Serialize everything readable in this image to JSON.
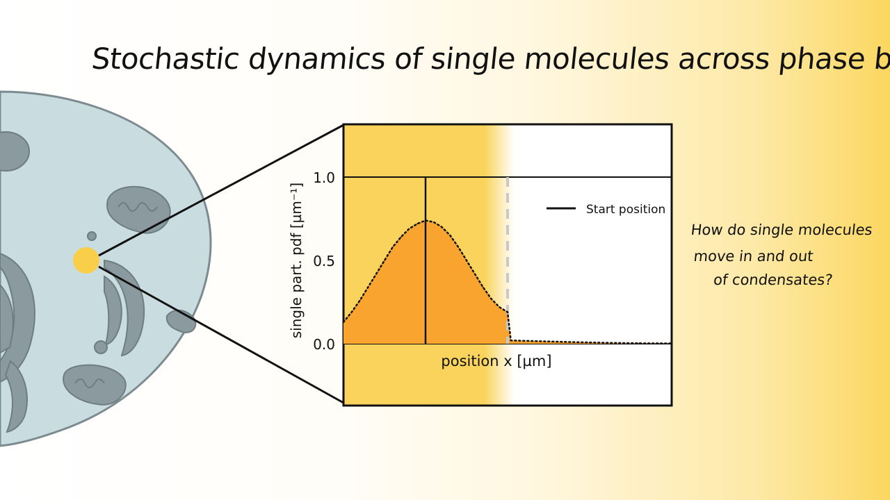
{
  "title": "Stochastic dynamics of single molecules across phase boundaries",
  "question": {
    "line1": "How do single molecules",
    "line2": "move in and out",
    "line3": "of condensates?"
  },
  "colors": {
    "cell_fill": "#c9dce0",
    "organelle": "#8a9a9f",
    "condensate": "#f9cf4a",
    "dense_phase_bg": "#f9d35c",
    "distribution_fill": "#f9a42f",
    "boundary_line": "#c8c8c8"
  },
  "chart_data": {
    "type": "area",
    "xlabel": "position x [µm]",
    "ylabel": "single part. pdf [µm⁻¹]",
    "ylim": [
      0.0,
      1.0
    ],
    "yticks": [
      "0.0",
      "0.5",
      "1.0"
    ],
    "legend": {
      "label": "Start position",
      "placement": "top-right"
    },
    "x_range": [
      0.0,
      1.0
    ],
    "start_position": 0.25,
    "boundary_position": 0.5,
    "series": [
      {
        "values": [
          {
            "x": 0.0,
            "y": 0.13
          },
          {
            "x": 0.025,
            "y": 0.19
          },
          {
            "x": 0.05,
            "y": 0.26
          },
          {
            "x": 0.075,
            "y": 0.34
          },
          {
            "x": 0.1,
            "y": 0.42
          },
          {
            "x": 0.125,
            "y": 0.5
          },
          {
            "x": 0.15,
            "y": 0.58
          },
          {
            "x": 0.175,
            "y": 0.64
          },
          {
            "x": 0.2,
            "y": 0.69
          },
          {
            "x": 0.225,
            "y": 0.72
          },
          {
            "x": 0.25,
            "y": 0.74
          },
          {
            "x": 0.275,
            "y": 0.73
          },
          {
            "x": 0.3,
            "y": 0.7
          },
          {
            "x": 0.325,
            "y": 0.65
          },
          {
            "x": 0.35,
            "y": 0.58
          },
          {
            "x": 0.375,
            "y": 0.5
          },
          {
            "x": 0.4,
            "y": 0.42
          },
          {
            "x": 0.425,
            "y": 0.34
          },
          {
            "x": 0.45,
            "y": 0.27
          },
          {
            "x": 0.475,
            "y": 0.22
          },
          {
            "x": 0.5,
            "y": 0.19
          },
          {
            "x": 0.51,
            "y": 0.02
          },
          {
            "x": 0.6,
            "y": 0.015
          },
          {
            "x": 0.7,
            "y": 0.01
          },
          {
            "x": 0.8,
            "y": 0.006
          },
          {
            "x": 0.9,
            "y": 0.003
          },
          {
            "x": 1.0,
            "y": 0.002
          }
        ]
      }
    ]
  }
}
